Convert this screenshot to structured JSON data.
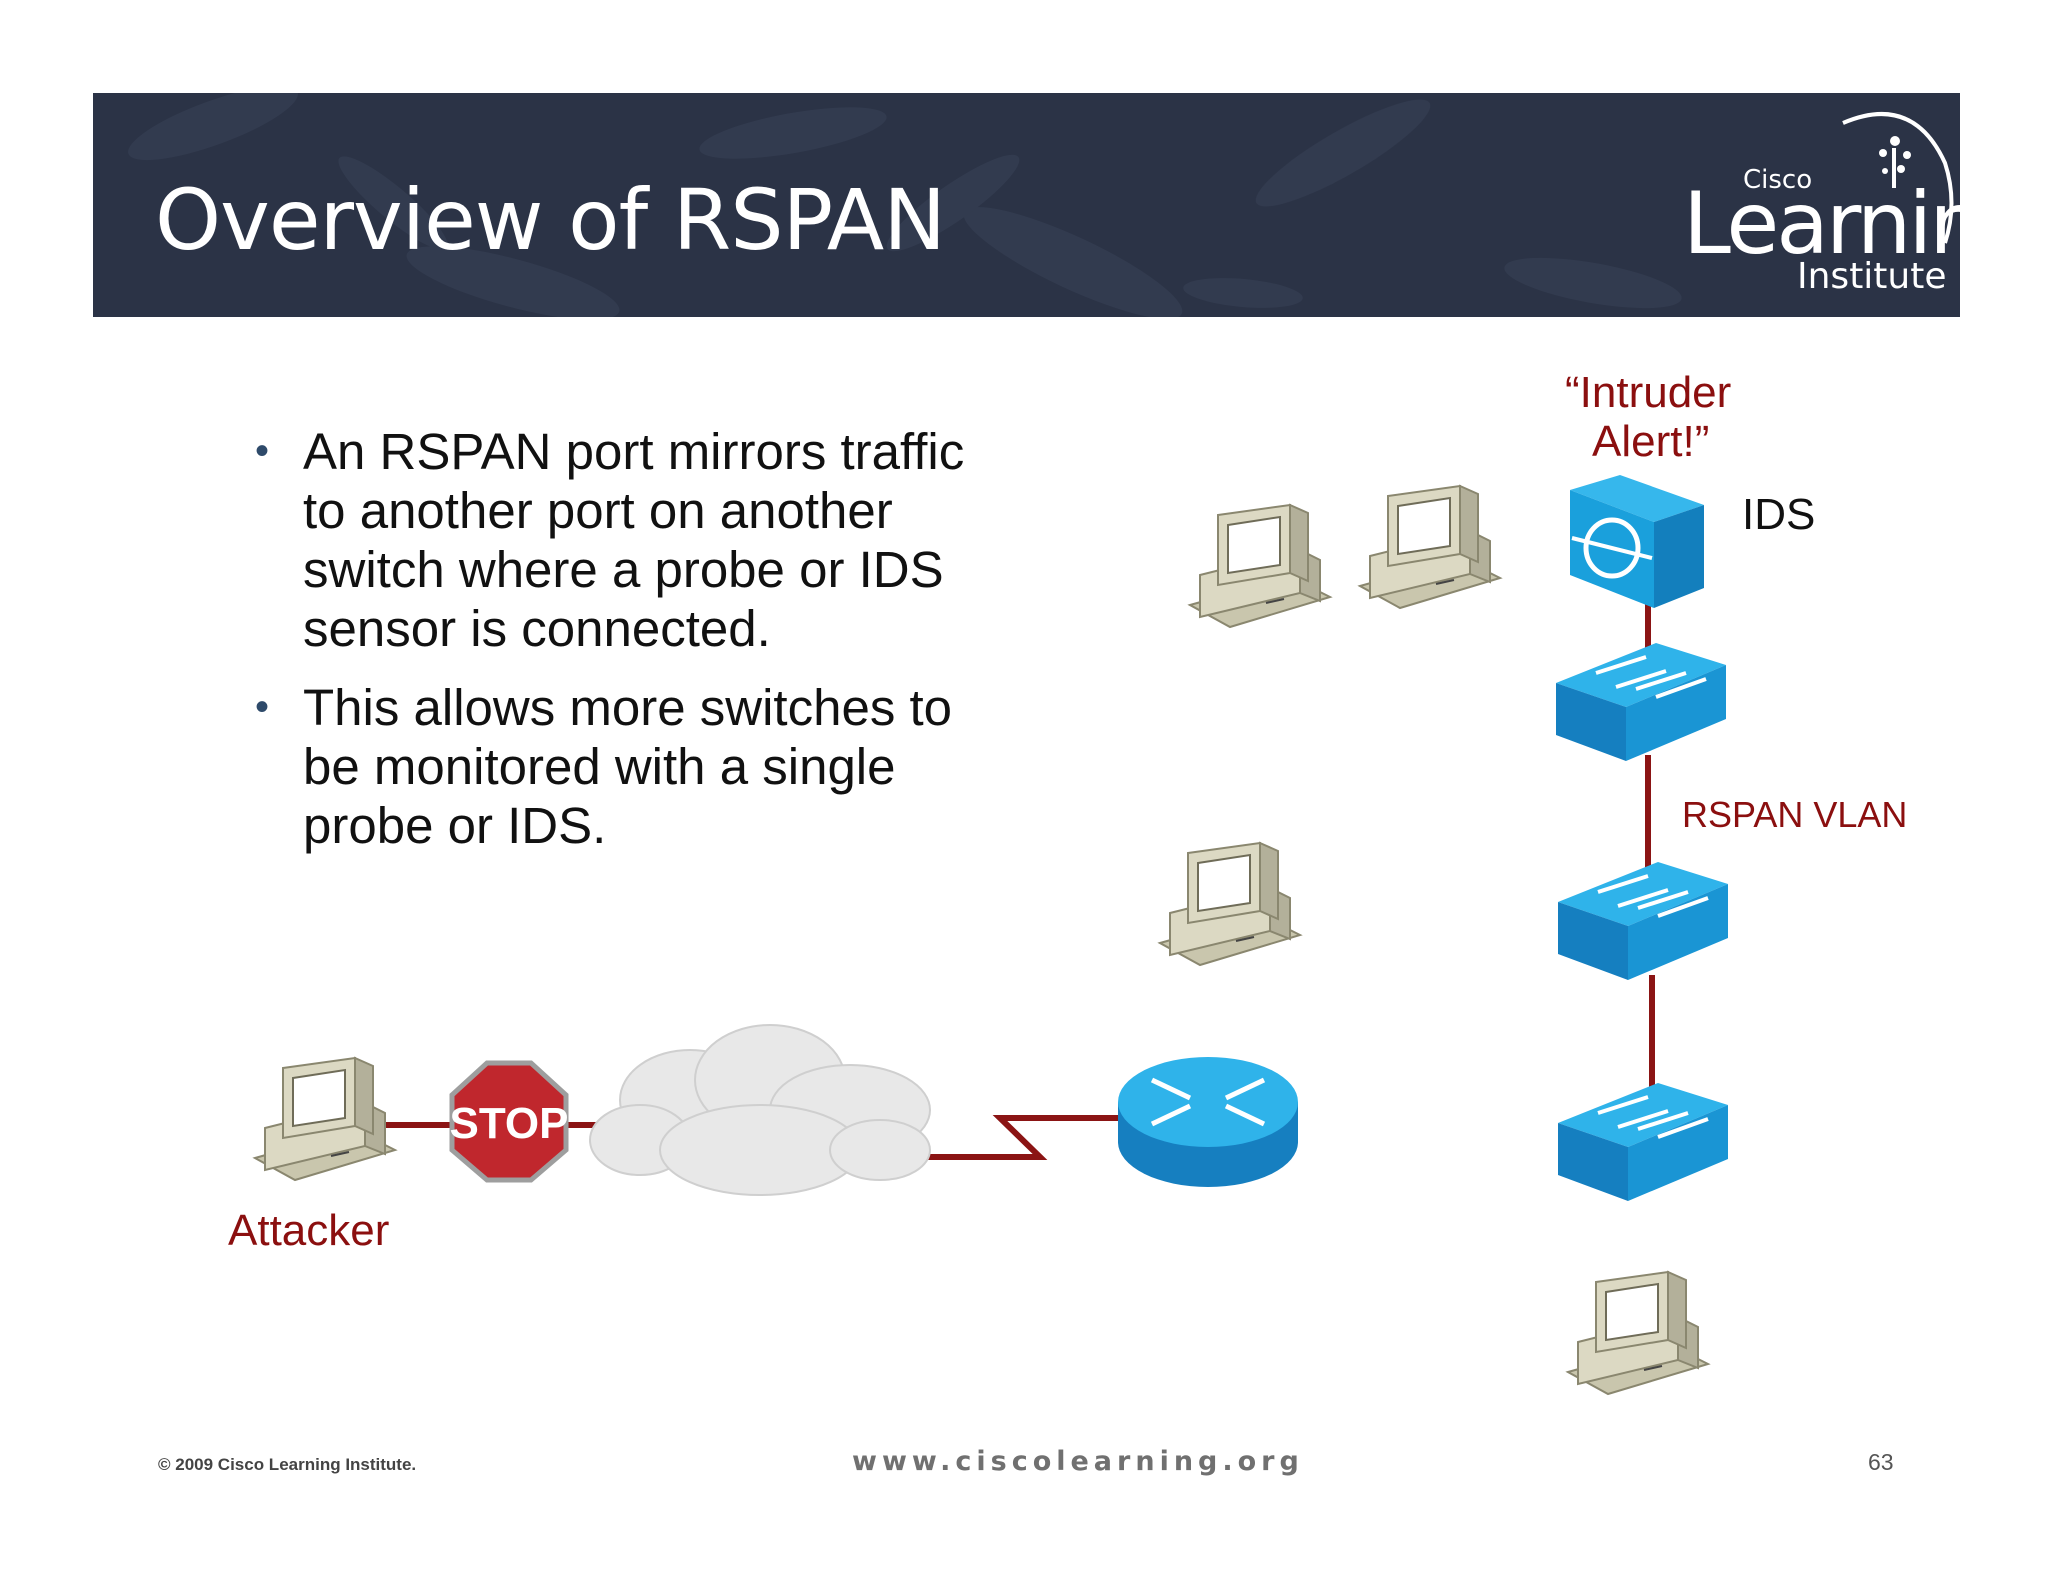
{
  "slide": {
    "title": "Overview of RSPAN",
    "logo": {
      "brand": "Cisco",
      "name": "Learning",
      "sub": "Institute"
    },
    "bullets": [
      "An RSPAN port mirrors traffic to another port on another switch where a probe or IDS sensor is connected.",
      "This allows more switches to be monitored with a single probe or IDS."
    ],
    "bullet_glyph": "•"
  },
  "diagram": {
    "labels": {
      "intruder_line1": "“Intruder",
      "intruder_line2": "Alert!”",
      "ids": "IDS",
      "rspan_vlan": "RSPAN VLAN",
      "attacker": "Attacker",
      "stop": "STOP"
    },
    "colors": {
      "link": "#8b1414",
      "device_blue": "#1a9ad6",
      "pc_beige": "#d8d5bf",
      "stop_red": "#c0272d",
      "banner": "#2b3346"
    },
    "icons": [
      "workstation-icon",
      "stop-sign-icon",
      "cloud-icon",
      "router-icon",
      "switch-icon",
      "ids-sensor-icon"
    ]
  },
  "footer": {
    "copyright": "© 2009 Cisco Learning Institute.",
    "url": "www.ciscolearning.org",
    "page": "63"
  }
}
